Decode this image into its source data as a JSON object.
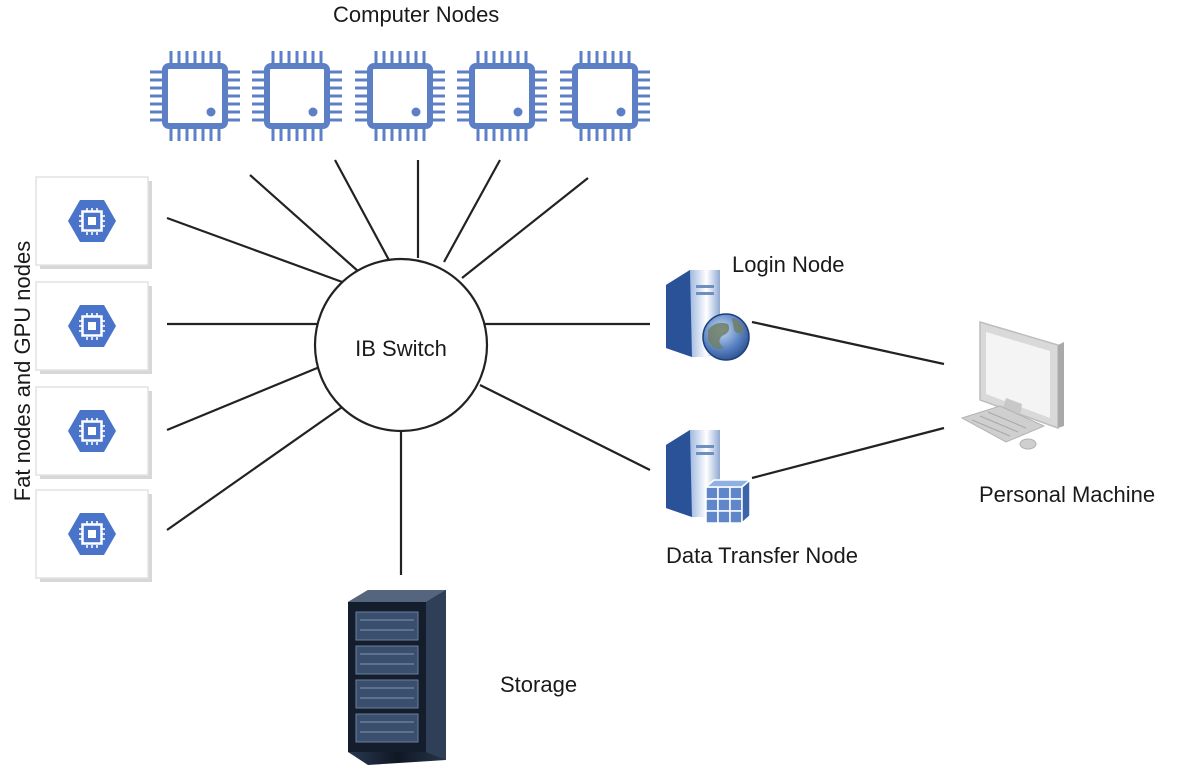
{
  "labels": {
    "compute_nodes": "Computer Nodes",
    "fat_gpu_nodes": "Fat nodes and GPU nodes",
    "switch": "IB Switch",
    "login_node": "Login Node",
    "data_transfer_node": "Data Transfer Node",
    "personal_machine": "Personal Machine",
    "storage": "Storage"
  },
  "colors": {
    "chip_blue": "#5c7fc6",
    "hex_blue": "#4a74c9",
    "line": "#222222",
    "server_blue": "#2f5fa8",
    "rack_dark": "#1d2a3a"
  },
  "icons": {
    "compute": "cpu-chip-icon",
    "fat_gpu": "hexagon-chip-icon",
    "login": "server-globe-icon",
    "dtn": "server-cube-icon",
    "personal": "desktop-computer-icon",
    "storage": "server-rack-icon"
  }
}
